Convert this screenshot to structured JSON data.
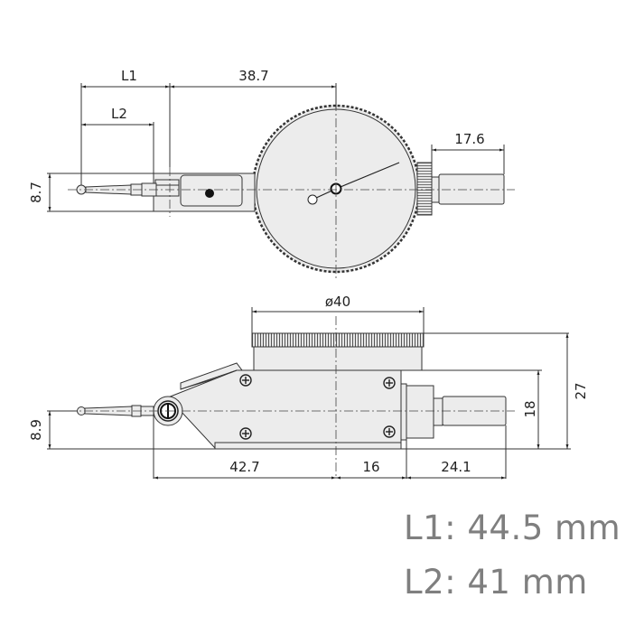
{
  "drawing": {
    "top_view": {
      "dimensions": {
        "L1": "L1",
        "L2": "L2",
        "width_dial_offset": "38.7",
        "stem_length": "17.6",
        "height": "8.7"
      }
    },
    "side_view": {
      "dimensions": {
        "dial_diameter": "ø40",
        "body_height_total": "27",
        "body_height": "18",
        "stylus_height": "8.9",
        "length_front": "42.7",
        "length_mid": "16",
        "stem_length": "24.1"
      }
    }
  },
  "captions": {
    "line1": "L1: 44.5 mm",
    "line2": "L2: 41 mm"
  },
  "colors": {
    "line": "#333333",
    "part_fill": "#ececec",
    "caption": "#7f7f7f"
  }
}
